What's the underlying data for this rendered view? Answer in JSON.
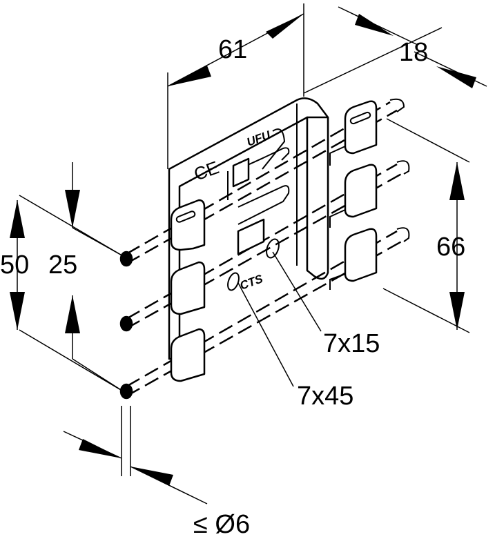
{
  "dimensions": {
    "width_61": "61",
    "depth_18": "18",
    "spacing_66": "66",
    "height_50": "50",
    "pitch_25": "25",
    "slot_7x15": "7x15",
    "slot_7x45": "7x45",
    "rod_diameter": "≤ Ø6"
  },
  "markings": {
    "ufu": "UFU",
    "cts": "CTS",
    "ce": "CE"
  },
  "colors": {
    "line": "#000000",
    "background": "#ffffff"
  }
}
